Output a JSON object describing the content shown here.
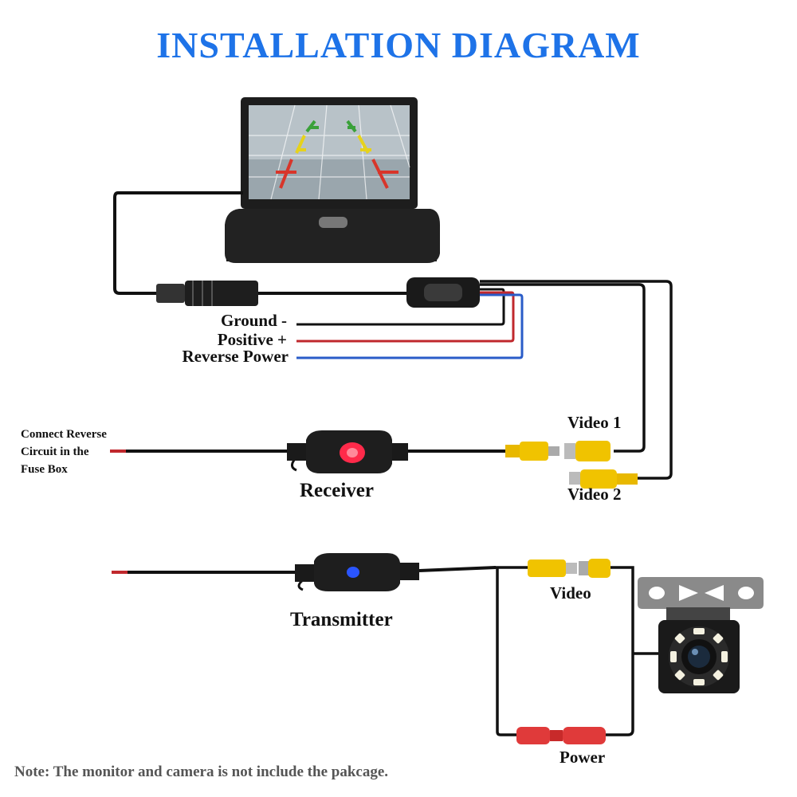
{
  "title": "INSTALLATION DIAGRAM",
  "colors": {
    "title": "#1e73e8",
    "wire_black": "#111111",
    "wire_red": "#c0282d",
    "wire_blue": "#2a5cc8",
    "rca_yellow": "#f0c300",
    "rca_red": "#e03a3a",
    "receiver_led": "#ff2a4a",
    "transmitter_led": "#2a55ff",
    "camera_led": "#f4f1e0"
  },
  "labels": {
    "ground": "Ground -",
    "positive": "Positive +",
    "reverse_power": "Reverse Power",
    "connect_reverse": [
      "Connect Reverse",
      "Circuit in the",
      "Fuse Box"
    ],
    "receiver": "Receiver",
    "video1": "Video 1",
    "video2": "Video 2",
    "transmitter": "Transmitter",
    "video": "Video",
    "power": "Power"
  },
  "note": "Note: The monitor and camera is not include the pakcage."
}
